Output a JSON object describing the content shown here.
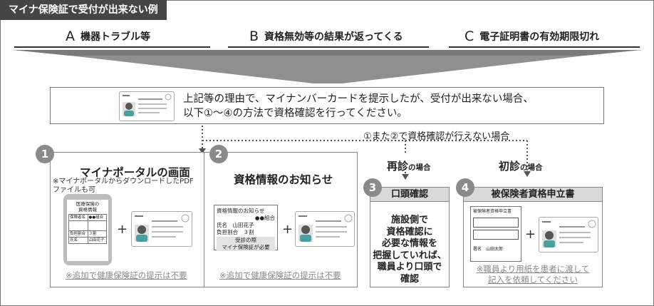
{
  "title": "マイナ保険証で受付が出来ない例",
  "reasons": [
    {
      "letter": "A",
      "text": "機器トラブル等"
    },
    {
      "letter": "B",
      "text": "資格無効等の結果が返ってくる"
    },
    {
      "letter": "C",
      "text": "電子証明書の有効期限切れ"
    }
  ],
  "info": {
    "line1": "上記等の理由で、マイナンバーカードを提示したが、受付が出来ない場合、",
    "line2": "以下①～④の方法で資格確認を行ってください。"
  },
  "fallback_label": "①また②で資格確認が行えない場合",
  "visits": {
    "revisit": "再診",
    "first": "初診",
    "suffix": "の場合"
  },
  "methods": {
    "m1": {
      "number": "1",
      "title": "マイナポータルの画面",
      "note_line1": "※マイナポータルからダウンロードしたPDF",
      "note_line2": "ファイルも可",
      "phone_header_line1": "医療保険の",
      "phone_header_line2": "資格情報",
      "phone_row1_a": "保険者名",
      "phone_row1_b": "●●組合",
      "phone_row2_a": "負担割合",
      "phone_row2_b": "３割",
      "phone_row3_a": "氏名",
      "phone_row3_b": "山田花子",
      "footer": "※追加で健康保険証の提示は不要"
    },
    "m2": {
      "number": "2",
      "title": "資格情報のお知らせ",
      "doc_title": "資格情報のお知らせ",
      "doc_org": "●●組合",
      "doc_name_label": "氏名",
      "doc_name": "山田花子",
      "doc_ratio_label": "負担割合",
      "doc_ratio": "３割",
      "doc_stamp_line1": "受診の際",
      "doc_stamp_line2": "マイナ保険証が必要",
      "footer": "※追加で健康保険証の提示は不要"
    },
    "m3": {
      "number": "3",
      "title": "口頭確認",
      "body_lines": [
        "施設側で",
        "資格確認に",
        "必要な情報を",
        "把握していれば、",
        "職員より口頭で",
        "確認"
      ]
    },
    "m4": {
      "number": "4",
      "title": "被保険者資格申立書",
      "doc_title": "被保険者資格申立書",
      "doc_sign": "署名　山田太郎",
      "footer_line1": "※職員より用紙を患者に渡して",
      "footer_line2": "記入を依頼してください"
    }
  },
  "colors": {
    "header_bg": "#454545",
    "funnel": "#8f8f8f",
    "badge": "#8a8a8a",
    "subhead_bg": "#d9d9d9",
    "link": "#888888"
  }
}
